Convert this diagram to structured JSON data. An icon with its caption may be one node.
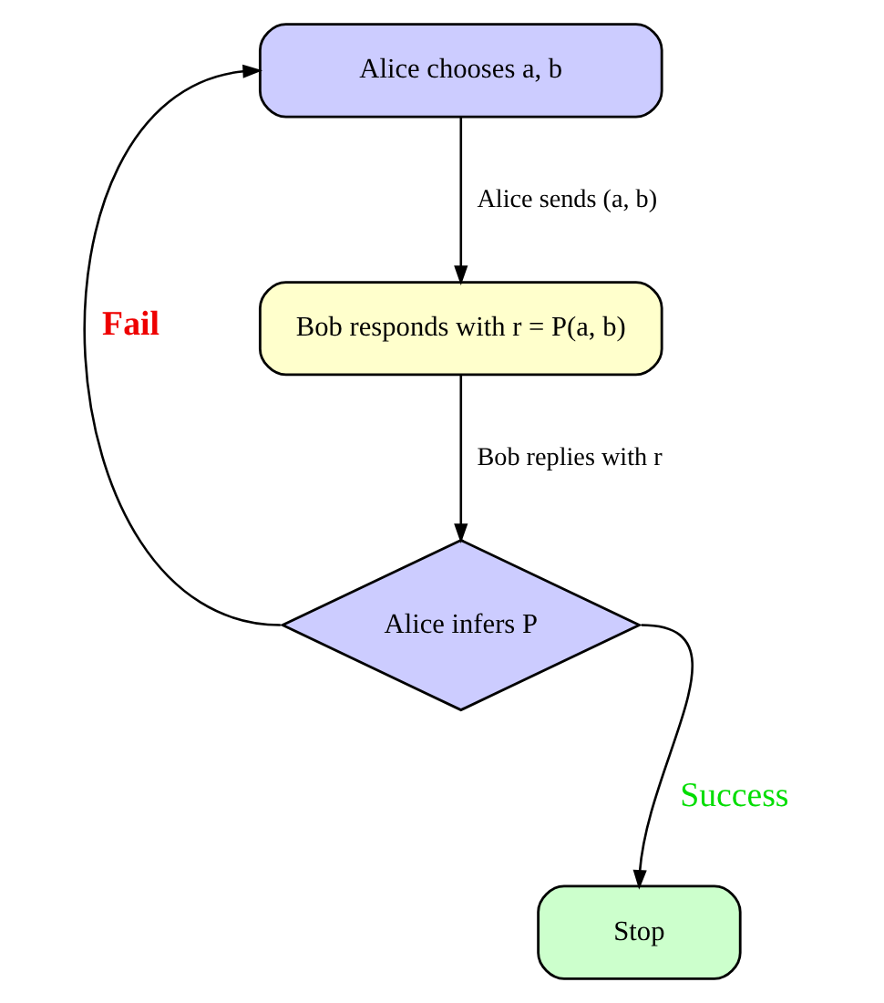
{
  "diagram": {
    "nodes": [
      {
        "text": [
          "Alice chooses a, b"
        ]
      },
      {
        "text": [
          "Bob responds with r = P(a, b)"
        ]
      },
      {
        "text": [
          "Alice infers P"
        ]
      },
      {
        "text": [
          "Stop"
        ]
      }
    ],
    "edges": [
      {
        "from": 0,
        "to": 1,
        "arrow": "to",
        "label": "Alice sends (a, b)"
      },
      {
        "from": 1,
        "to": 2,
        "arrow": "to",
        "label": "Bob replies with r"
      },
      {
        "from": 2,
        "to": 3,
        "arrow": "to",
        "label": "Success"
      },
      {
        "from": 2,
        "to": 0,
        "arrow": "to",
        "label": "Fail"
      }
    ]
  }
}
